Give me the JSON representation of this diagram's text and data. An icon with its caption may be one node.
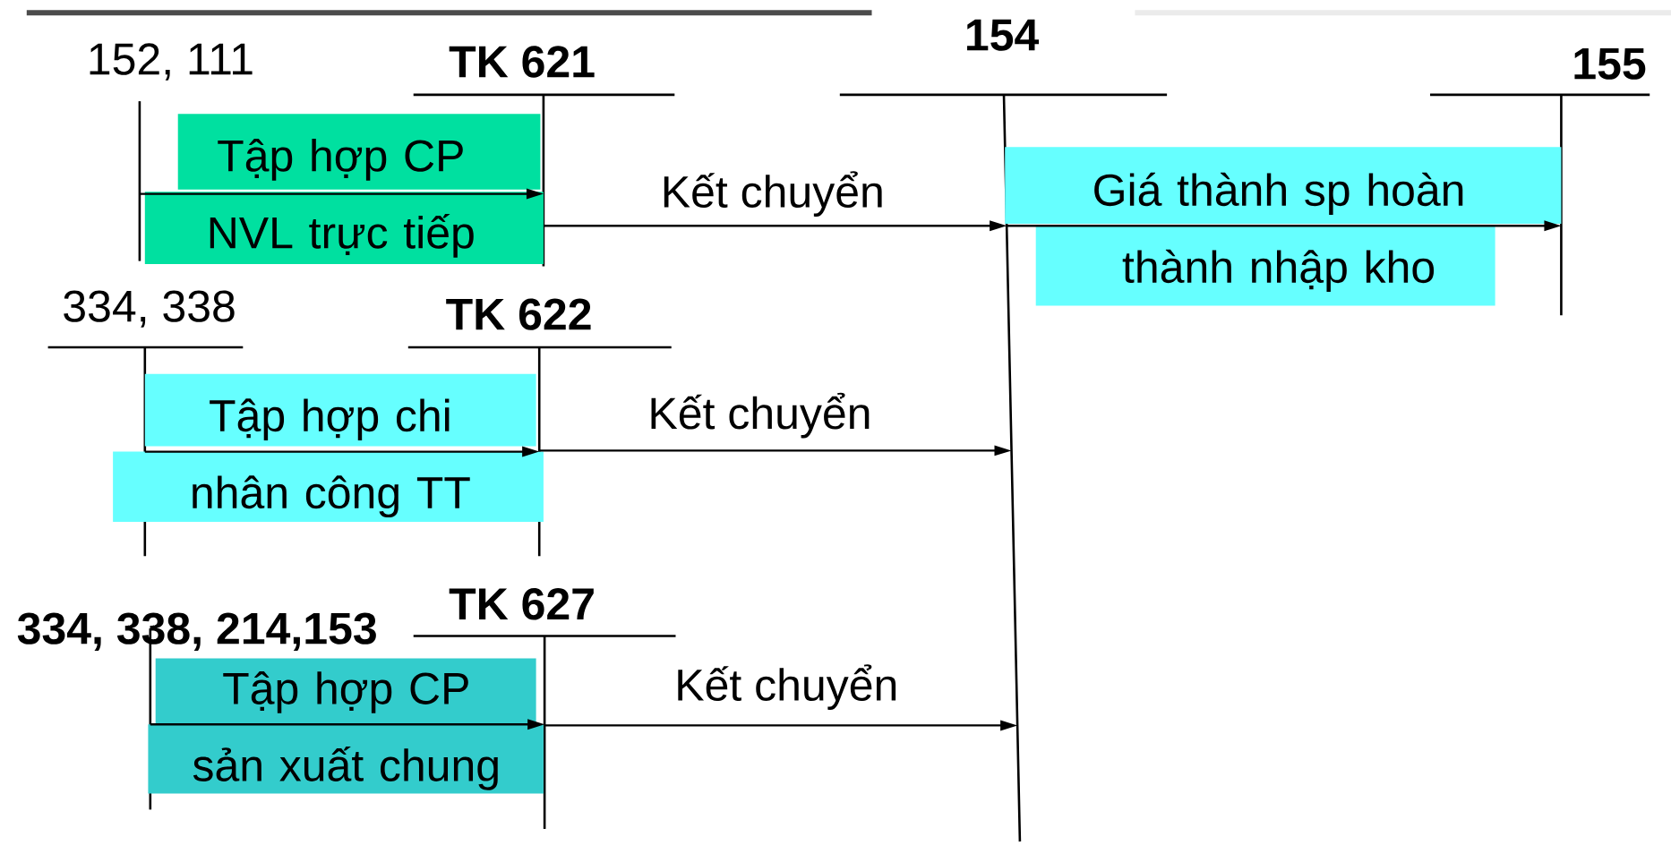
{
  "diagram": {
    "nodes": [
      {
        "text": [
          "152, 111"
        ]
      },
      {
        "text": [
          "TK 621"
        ]
      },
      {
        "text": [
          "154"
        ]
      },
      {
        "text": [
          "155"
        ]
      },
      {
        "text": [
          "334, 338"
        ]
      },
      {
        "text": [
          "TK 622"
        ]
      },
      {
        "text": [
          "334, 338, 214,153"
        ]
      },
      {
        "text": [
          "TK 627"
        ]
      }
    ],
    "edges": [
      {
        "from": 0,
        "to": 1,
        "arrow": "to",
        "label": "Tập hợp CP NVL trực tiếp"
      },
      {
        "from": 1,
        "to": 2,
        "arrow": "to",
        "label": "Kết chuyển"
      },
      {
        "from": 2,
        "to": 3,
        "arrow": "to",
        "label": "Giá thành sp hoàn thành nhập kho"
      },
      {
        "from": 4,
        "to": 5,
        "arrow": "to",
        "label": "Tập hợp chi nhân công TT"
      },
      {
        "from": 5,
        "to": 2,
        "arrow": "to",
        "label": "Kết chuyển"
      },
      {
        "from": 6,
        "to": 7,
        "arrow": "to",
        "label": "Tập hợp CP sản xuất chung"
      },
      {
        "from": 7,
        "to": 2,
        "arrow": "to",
        "label": "Kết chuyển"
      }
    ]
  }
}
